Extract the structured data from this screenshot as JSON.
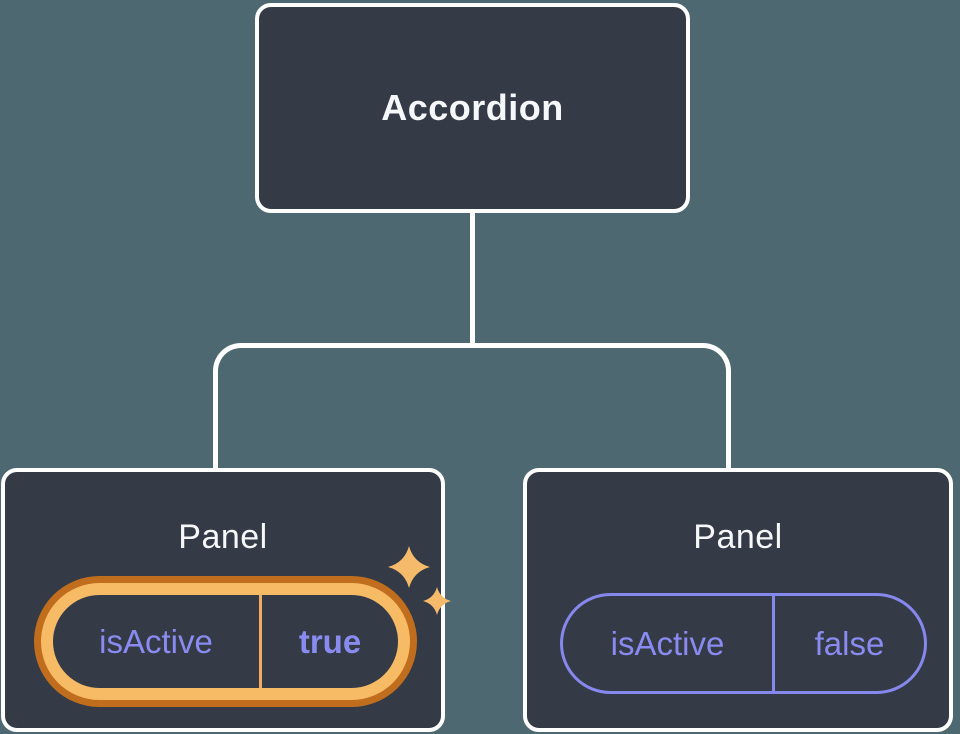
{
  "diagram": {
    "root": {
      "label": "Accordion"
    },
    "children": [
      {
        "label": "Panel",
        "prop_name": "isActive",
        "prop_value": "true",
        "state": "highlighted-changed"
      },
      {
        "label": "Panel",
        "prop_name": "isActive",
        "prop_value": "false",
        "state": "normal"
      }
    ]
  },
  "icons": {
    "sparkles": "sparkles-icon"
  },
  "colors": {
    "background": "#4D6870",
    "node_fill": "#343A46",
    "node_border": "#FFFFFF",
    "connector": "#FFFFFF",
    "title_text": "#F6F7F9",
    "prop_text": "#8A8BF0",
    "pill_border_purple": "#8688EE",
    "highlight_ring_outer": "#C16D1E",
    "highlight_ring_inner": "#F7BB66",
    "highlight_divider": "#F0AC5F",
    "sparkle": "#F5BA6A"
  }
}
